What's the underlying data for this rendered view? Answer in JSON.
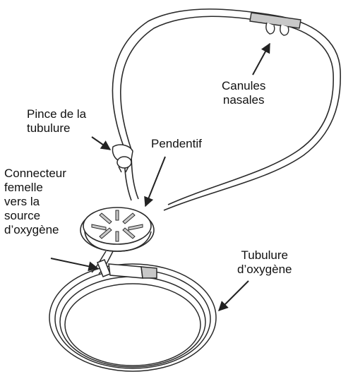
{
  "labels": {
    "pince": "Pince de la\ntubulure",
    "pendentif": "Pendentif",
    "canules": "Canules\nnasales",
    "connecteur": "Connecteur\nfemelle\nvers la\nsource\nd’oxygène",
    "tubulure": "Tubulure\nd’oxygène"
  },
  "colors": {
    "line": "#2a2a2a",
    "fill": "#ffffff",
    "shade": "#c8c8c8",
    "text": "#111111"
  }
}
